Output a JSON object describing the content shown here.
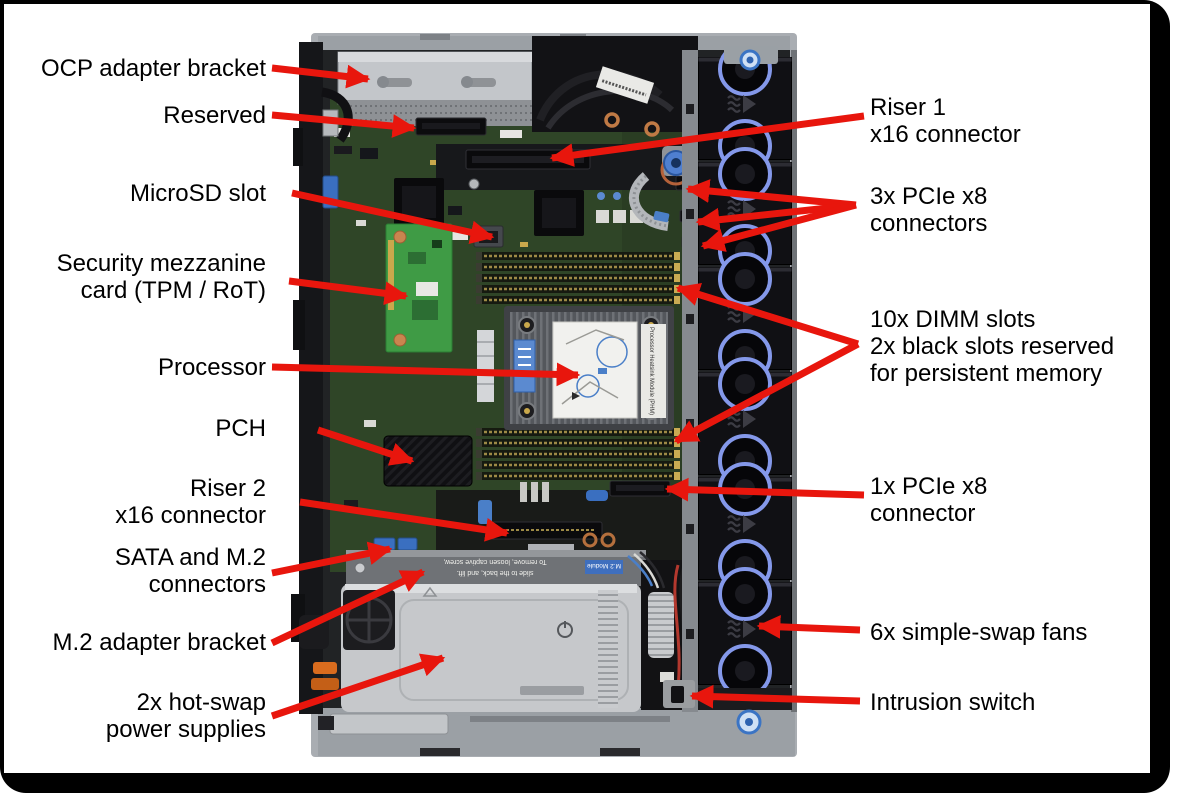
{
  "figure": {
    "kind": "annotated hardware diagram",
    "subject": "Server internal top view with labeled components"
  },
  "callouts": {
    "left": [
      {
        "id": "ocp-adapter-bracket",
        "text": "OCP adapter bracket"
      },
      {
        "id": "reserved",
        "text": "Reserved"
      },
      {
        "id": "microsd-slot",
        "text": "MicroSD slot"
      },
      {
        "id": "security-mezzanine-card",
        "text": "Security mezzanine\ncard (TPM / RoT)"
      },
      {
        "id": "processor",
        "text": "Processor"
      },
      {
        "id": "pch",
        "text": "PCH"
      },
      {
        "id": "riser-2-x16-connector",
        "text": "Riser 2\nx16 connector"
      },
      {
        "id": "sata-m2-connectors",
        "text": "SATA and M.2\nconnectors"
      },
      {
        "id": "m2-adapter-bracket",
        "text": "M.2 adapter bracket"
      },
      {
        "id": "hot-swap-power-supplies",
        "text": "2x hot-swap\npower supplies"
      }
    ],
    "right": [
      {
        "id": "riser-1-x16-connector",
        "text": "Riser 1\nx16 connector"
      },
      {
        "id": "3x-pcie-x8-connectors",
        "text": "3x PCIe x8\nconnectors"
      },
      {
        "id": "10x-dimm-slots",
        "text": "10x DIMM slots\n2x black slots reserved\nfor persistent memory"
      },
      {
        "id": "1x-pcie-x8-connector",
        "text": "1x PCIe x8\nconnector"
      },
      {
        "id": "6x-simple-swap-fans",
        "text": "6x simple-swap fans"
      },
      {
        "id": "intrusion-switch",
        "text": "Intrusion switch"
      }
    ]
  },
  "photo_text": {
    "m2_bracket_instruction_line1": "To remove, loosen captive screw,",
    "m2_bracket_instruction_line2": "slide to the back, and lift.",
    "m2_module_label": "M.2 Module",
    "heatsink_label": "Processor Heatsink Module (PHM)"
  },
  "colors": {
    "arrow_red": "#e8160d",
    "label_text": "#000000",
    "frame_black": "#000000",
    "background": "#ffffff",
    "motherboard_green": "#2f4527",
    "mezzanine_green": "#3f9b45",
    "fan_ring_blue": "#8498ea",
    "thumbscrew_blue": "#3b74c4",
    "psu_silver": "#c6c8cb",
    "chassis_gray": "#a9adb2",
    "dimm_gold": "#9d8a46"
  }
}
